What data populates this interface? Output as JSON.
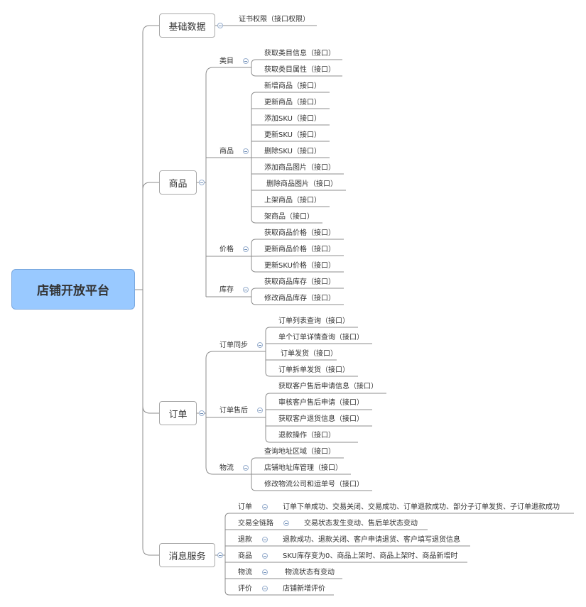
{
  "root": "店铺开放平台",
  "categories": {
    "basic": "基础数据",
    "product": "商品",
    "order": "订单",
    "message": "消息服务"
  },
  "basic_items": [
    "证书权限（接口权限）"
  ],
  "product_groups": {
    "category": {
      "label": "类目",
      "items": [
        "获取类目信息（接口）",
        "获取类目属性（接口）"
      ]
    },
    "goods": {
      "label": "商品",
      "items": [
        "新增商品（接口）",
        "更新商品（接口）",
        "添加SKU（接口）",
        "更新SKU（接口）",
        "删除SKU（接口）",
        "添加商品图片（接口）",
        "删除商品图片（接口）",
        "上架商品（接口）",
        "架商品（接口）"
      ]
    },
    "price": {
      "label": "价格",
      "items": [
        "获取商品价格（接口）",
        "更新商品价格（接口）",
        "更新SKU价格（接口）"
      ]
    },
    "stock": {
      "label": "库存",
      "items": [
        "获取商品库存（接口）",
        "修改商品库存（接口）"
      ]
    }
  },
  "order_groups": {
    "sync": {
      "label": "订单同步",
      "items": [
        "订单列表查询（接口）",
        "单个订单详情查询（接口）",
        "订单发货（接口）",
        "订单拆单发货（接口）"
      ]
    },
    "aftersale": {
      "label": "订单售后",
      "items": [
        "获取客户售后申请信息（接口）",
        "审核客户售后申请（接口）",
        "获取客户退货信息（接口）",
        "退款操作（接口）"
      ]
    },
    "logistics": {
      "label": "物流",
      "items": [
        "查询地址区域（接口）",
        "店铺地址库管理（接口）",
        "修改物流公司和运单号（接口）"
      ]
    }
  },
  "message_rows": [
    {
      "label": "订单",
      "detail": "订单下单成功、交易关闭、交易成功、订单退款成功、部分子订单发货、子订单退款成功"
    },
    {
      "label": "交易全链路",
      "detail": "交易状态发生变动、售后单状态变动"
    },
    {
      "label": "退款",
      "detail": "退款成功、退款关闭、客户申请退货、客户填写退货信息"
    },
    {
      "label": "商品",
      "detail": "SKU库存变为0、商品上架时、商品上架时、商品新增时"
    },
    {
      "label": "物流",
      "detail": "物流状态有变动"
    },
    {
      "label": "评价",
      "detail": "店铺新增评价"
    }
  ],
  "colors": {
    "root_fill": "#99c9ff",
    "line": "#8c8c8c",
    "collapse_icon": "#9ab0cf"
  }
}
